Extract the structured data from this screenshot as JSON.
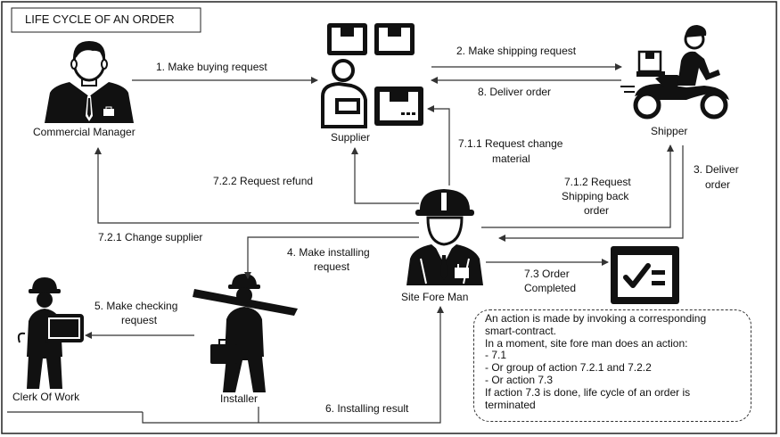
{
  "title": "LIFE CYCLE OF AN ORDER",
  "actors": {
    "commercial_manager": "Commercial Manager",
    "supplier": "Supplier",
    "shipper": "Shipper",
    "site_foreman": "Site Fore Man",
    "clerk": "Clerk Of Work",
    "installer": "Installer"
  },
  "steps": {
    "s1": "1. Make buying request",
    "s2": "2. Make shipping request",
    "s8": "8. Deliver order",
    "s3a": "3. Deliver",
    "s3b": "order",
    "s711a": "7.1.1 Request change",
    "s711b": "material",
    "s722": "7.2.2 Request refund",
    "s712a": "7.1.2 Request",
    "s712b": "Shipping back",
    "s712c": "order",
    "s721": "7.2.1 Change supplier",
    "s4a": "4. Make installing",
    "s4b": "request",
    "s73a": "7.3 Order",
    "s73b": "Completed",
    "s5a": "5. Make checking",
    "s5b": "request",
    "s6": "6. Installing result"
  },
  "note": {
    "lines": [
      "An action is made by invoking a corresponding",
      "smart-contract.",
      "In a moment, site fore man does an action:",
      "- 7.1",
      "- Or group of action 7.2.1 and 7.2.2",
      "- Or action 7.3",
      "If action 7.3 is done, life cycle of an order is",
      "terminated"
    ]
  }
}
